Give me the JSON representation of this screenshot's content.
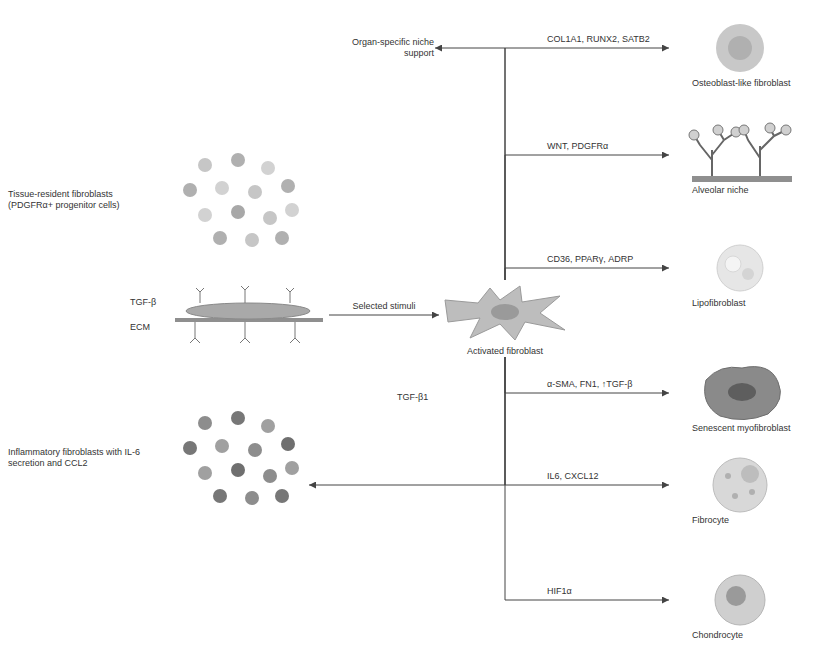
{
  "diagram": {
    "nodes": [
      {
        "text": [
          "Tissue-resident fibroblasts (PDGFRα+ progenitor cells)"
        ]
      },
      {
        "text": [
          "TGF-β",
          "ECM"
        ]
      },
      {
        "text": [
          "Activated fibroblast"
        ]
      },
      {
        "text": [
          "Inflammatory fibroblasts with IL-6 secretion and CCL2"
        ]
      },
      {
        "text": [
          "Organ-specific niche support"
        ]
      },
      {
        "text": [
          "Osteoblast-like fibroblast"
        ]
      },
      {
        "text": [
          "Alveolar niche"
        ]
      },
      {
        "text": [
          "Lipofibroblast"
        ]
      },
      {
        "text": [
          "Senescent myofibroblast"
        ]
      },
      {
        "text": [
          "Fibrocyte"
        ]
      },
      {
        "text": [
          "Chondrocyte"
        ]
      }
    ],
    "edges": [
      {
        "from": 1,
        "to": 2,
        "arrow": "to",
        "label": "Selected stimuli"
      },
      {
        "from": 2,
        "to": 4,
        "arrow": "to"
      },
      {
        "from": 2,
        "to": 5,
        "arrow": "to",
        "label": "COL1A1, RUNX2, SATB2"
      },
      {
        "from": 2,
        "to": 6,
        "arrow": "to",
        "label": "WNT, PDGFRα"
      },
      {
        "from": 2,
        "to": 7,
        "arrow": "to",
        "label": "CD36, PPARγ, ADRP"
      },
      {
        "from": 2,
        "to": 8,
        "arrow": "to",
        "label": "α-SMA, FN1, ↑TGF-β"
      },
      {
        "from": 2,
        "to": 3,
        "arrow": "to"
      },
      {
        "from": 2,
        "to": 9,
        "arrow": "to",
        "label": "IL6, CXCL12"
      },
      {
        "from": 2,
        "to": 10,
        "arrow": "to",
        "label": "HIF1α"
      }
    ],
    "labels": [
      "TGF-β1"
    ]
  }
}
